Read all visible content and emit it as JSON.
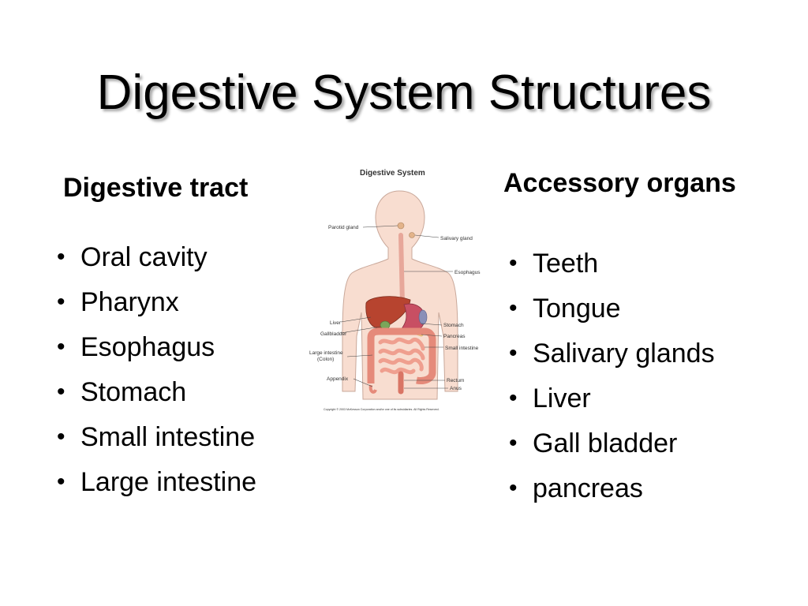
{
  "slide": {
    "title": "Digestive System Structures",
    "left": {
      "heading": "Digestive tract",
      "items": [
        "Oral cavity",
        "Pharynx",
        "Esophagus",
        "Stomach",
        "Small intestine",
        "Large intestine"
      ]
    },
    "right": {
      "heading": "Accessory organs",
      "items": [
        "Teeth",
        "Tongue",
        "Salivary glands",
        "Liver",
        "Gall bladder",
        "pancreas"
      ]
    },
    "figure": {
      "title": "Digestive System",
      "labels": {
        "parotid": "Parotid gland",
        "salivary": "Salivary gland",
        "esophagus": "Esophagus",
        "liver": "Liver",
        "gallbladder": "Gallbladder",
        "stomach": "Stomach",
        "pancreas": "Pancreas",
        "small_intestine": "Small intestine",
        "large_intestine": "Large intestine",
        "colon": "(Colon)",
        "appendix": "Appendix",
        "rectum": "Rectum",
        "anus": "Anus"
      },
      "copyright": "Copyright © 2003 McKesson Corporation and/or one of its subsidiaries. All Rights Reserved."
    }
  }
}
